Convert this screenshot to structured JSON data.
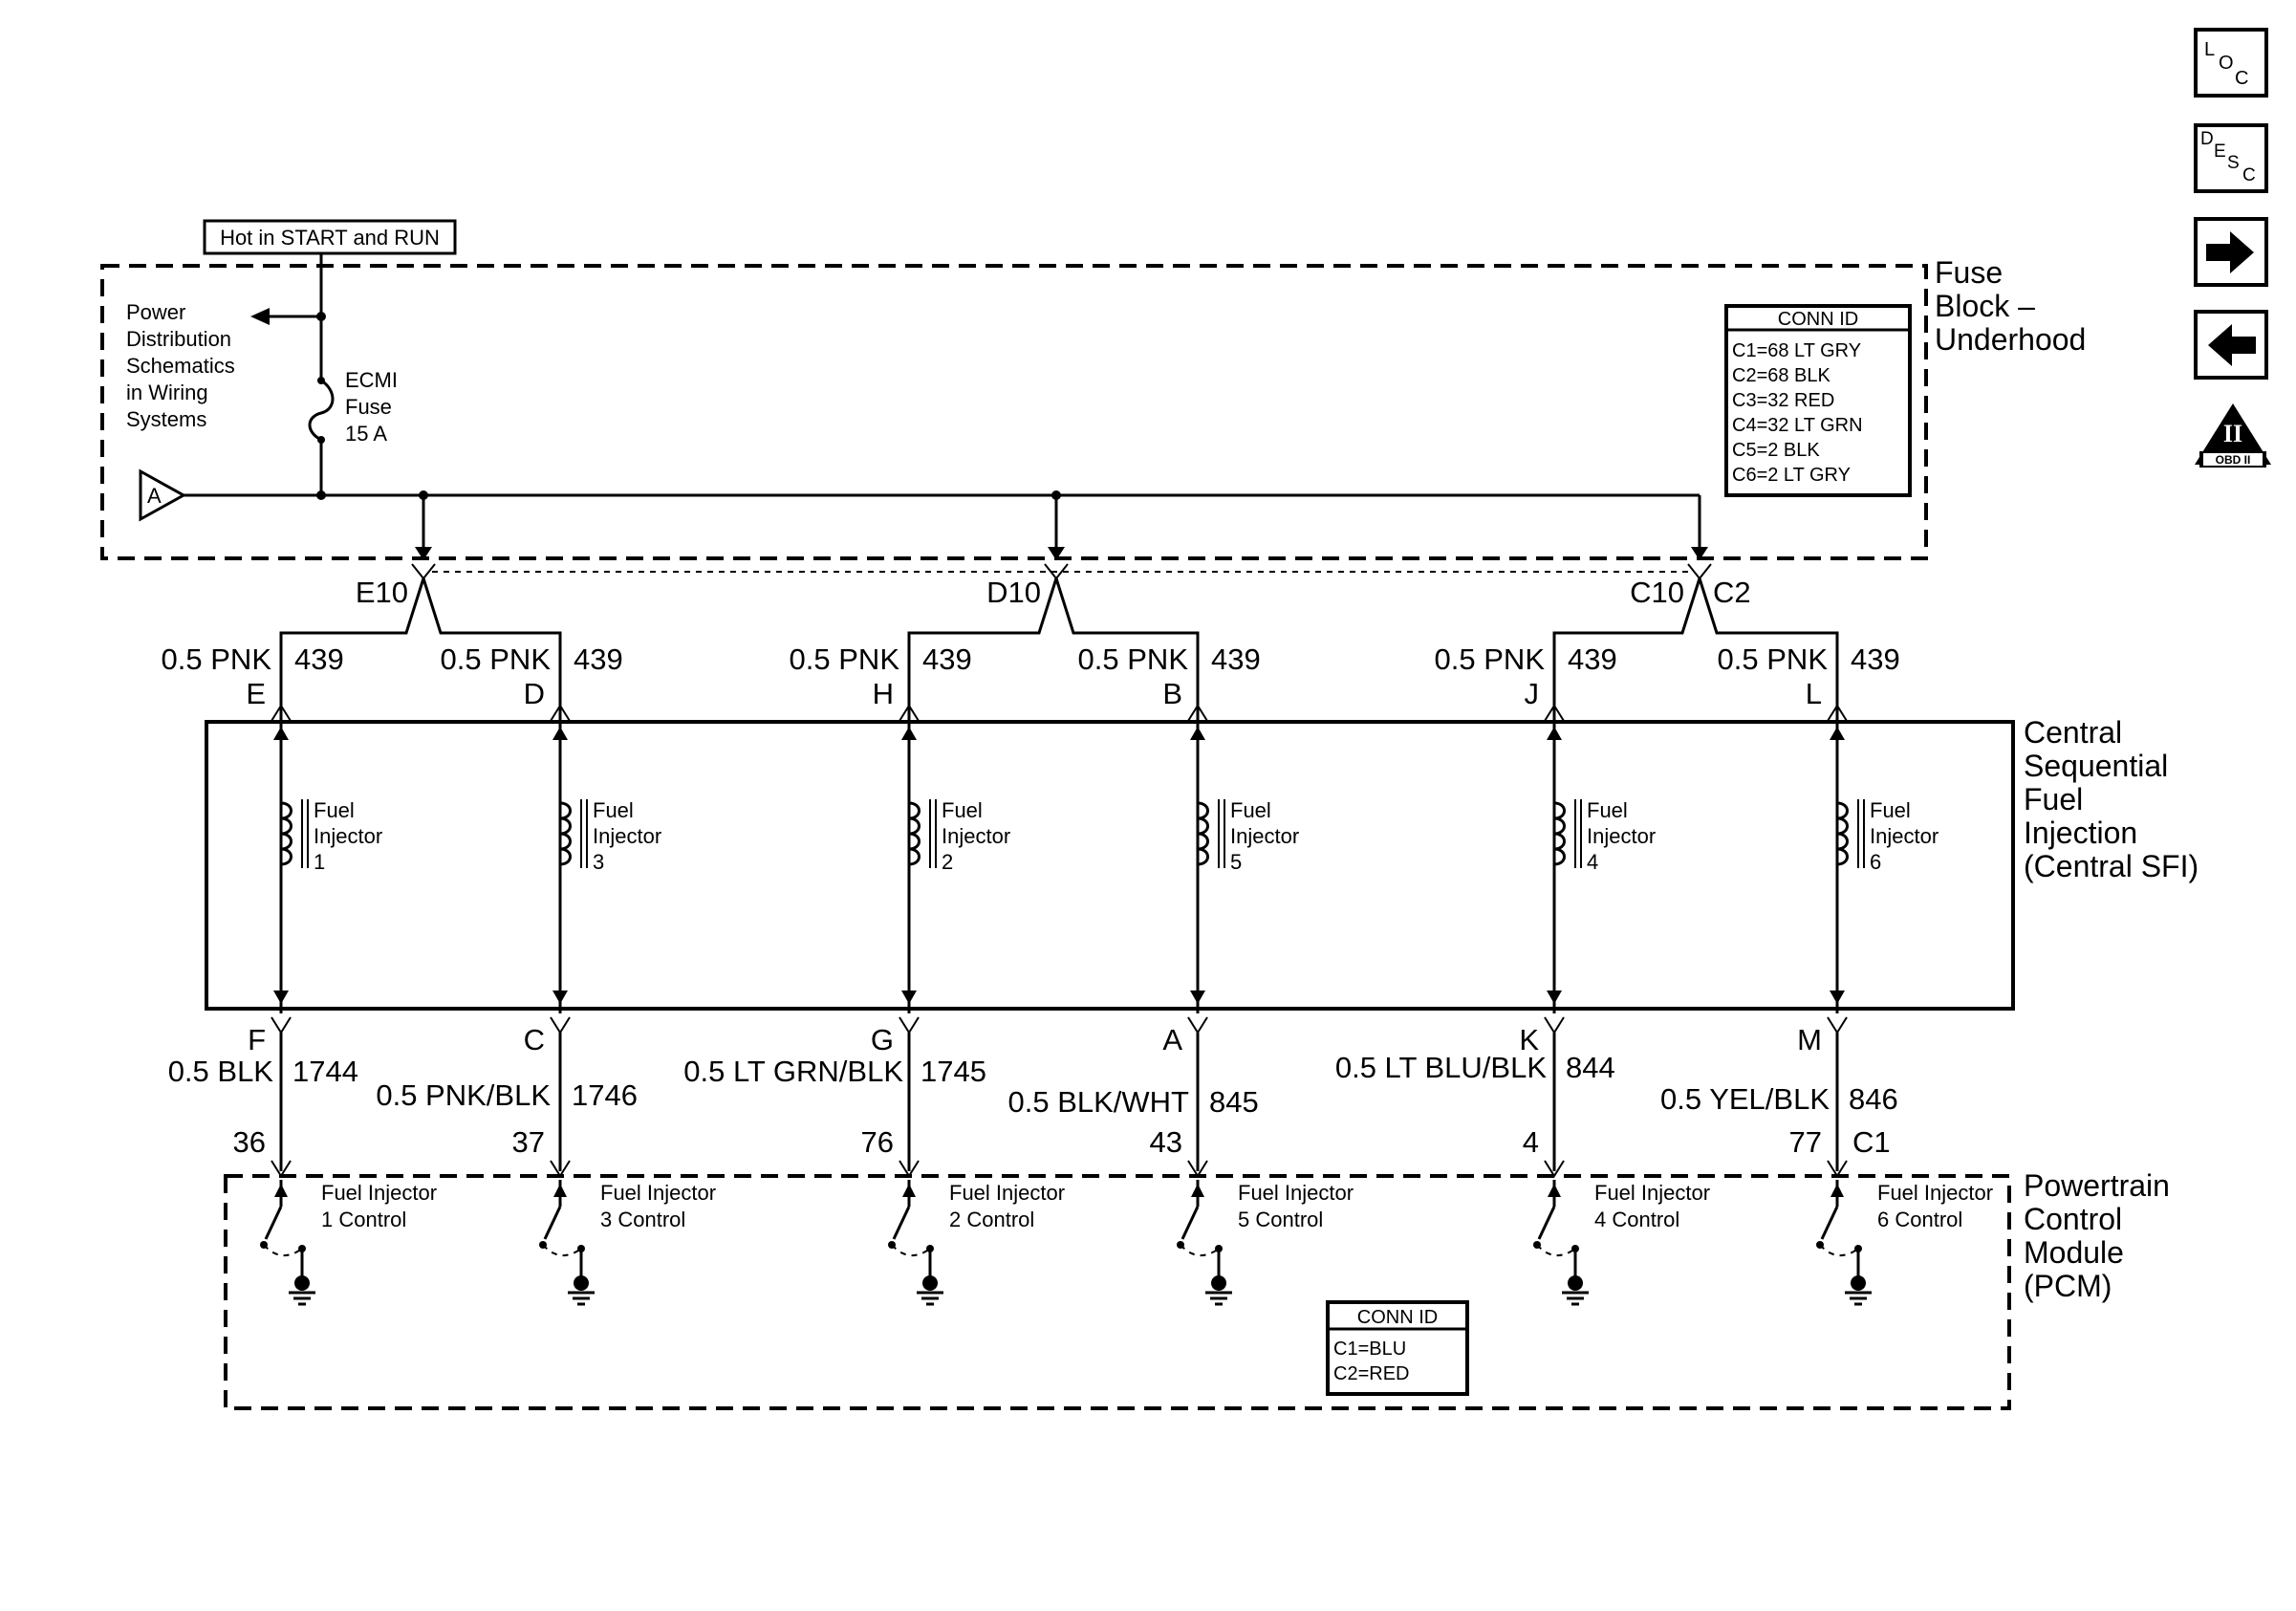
{
  "hot_label": "Hot in START and RUN",
  "pds": [
    "Power",
    "Distribution",
    "Schematics",
    "in Wiring",
    "Systems"
  ],
  "fuse": [
    "ECMI",
    "Fuse",
    "15 A"
  ],
  "splice_letter": "A",
  "fuse_block_name": [
    "Fuse",
    "Block –",
    "Underhood"
  ],
  "fuse_block_conn": {
    "title": "CONN ID",
    "lines": [
      "C1=68 LT GRY",
      "C2=68 BLK",
      "C3=32 RED",
      "C4=32 LT GRN",
      "C5=2 BLK",
      "C6=2 LT GRY"
    ]
  },
  "fuse_block_terminals": [
    {
      "pin": "E10",
      "conn": ""
    },
    {
      "pin": "D10",
      "conn": ""
    },
    {
      "pin": "C10",
      "conn": "C2"
    }
  ],
  "sfi_name": [
    "Central",
    "Sequential",
    "Fuel",
    "Injection",
    "(Central SFI)"
  ],
  "pcm_name": [
    "Powertrain",
    "Control",
    "Module",
    "(PCM)"
  ],
  "pcm_conn": {
    "title": "CONN ID",
    "lines": [
      "C1=BLU",
      "C2=RED"
    ]
  },
  "pcm_connector": "C1",
  "injectors": [
    {
      "name": [
        "Fuel",
        "Injector",
        "1"
      ],
      "top_wire": "0.5 PNK",
      "top_circuit": "439",
      "top_pin": "E",
      "bottom_pin": "F",
      "bottom_wire": "0.5 BLK",
      "bottom_circuit": "1744",
      "pcm_pin": "36",
      "control": [
        "Fuel Injector",
        "1 Control"
      ]
    },
    {
      "name": [
        "Fuel",
        "Injector",
        "3"
      ],
      "top_wire": "0.5 PNK",
      "top_circuit": "439",
      "top_pin": "D",
      "bottom_pin": "C",
      "bottom_wire": "0.5 PNK/BLK",
      "bottom_circuit": "1746",
      "pcm_pin": "37",
      "control": [
        "Fuel Injector",
        "3 Control"
      ]
    },
    {
      "name": [
        "Fuel",
        "Injector",
        "2"
      ],
      "top_wire": "0.5 PNK",
      "top_circuit": "439",
      "top_pin": "H",
      "bottom_pin": "G",
      "bottom_wire": "0.5 LT GRN/BLK",
      "bottom_circuit": "1745",
      "pcm_pin": "76",
      "control": [
        "Fuel Injector",
        "2 Control"
      ]
    },
    {
      "name": [
        "Fuel",
        "Injector",
        "5"
      ],
      "top_wire": "0.5 PNK",
      "top_circuit": "439",
      "top_pin": "B",
      "bottom_pin": "A",
      "bottom_wire": "0.5 BLK/WHT",
      "bottom_circuit": "845",
      "pcm_pin": "43",
      "control": [
        "Fuel Injector",
        "5 Control"
      ]
    },
    {
      "name": [
        "Fuel",
        "Injector",
        "4"
      ],
      "top_wire": "0.5 PNK",
      "top_circuit": "439",
      "top_pin": "J",
      "bottom_pin": "K",
      "bottom_wire": "0.5 LT BLU/BLK",
      "bottom_circuit": "844",
      "pcm_pin": "4",
      "control": [
        "Fuel Injector",
        "4 Control"
      ]
    },
    {
      "name": [
        "Fuel",
        "Injector",
        "6"
      ],
      "top_wire": "0.5 PNK",
      "top_circuit": "439",
      "top_pin": "L",
      "bottom_pin": "M",
      "bottom_wire": "0.5 YEL/BLK",
      "bottom_circuit": "846",
      "pcm_pin": "77",
      "control": [
        "Fuel Injector",
        "6 Control"
      ]
    }
  ],
  "nav": {
    "loc": [
      "L",
      "O",
      "C"
    ],
    "desc": [
      "D",
      "E",
      "S",
      "C"
    ],
    "forward_icon": "arrow-right-icon",
    "back_icon": "arrow-left-icon",
    "obd": [
      "II",
      "OBD II"
    ]
  }
}
